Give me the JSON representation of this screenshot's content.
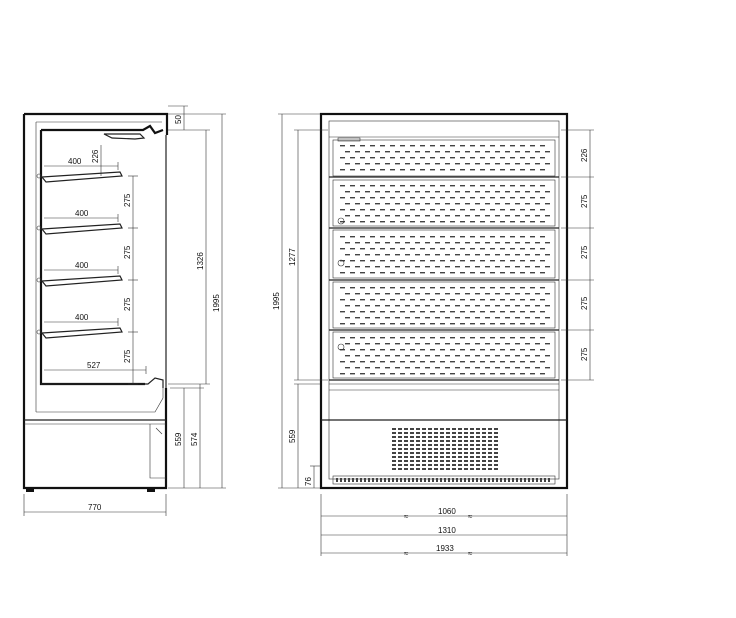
{
  "side_view": {
    "shelf_depths": [
      "400",
      "400",
      "400",
      "400"
    ],
    "bottom_depth": "527",
    "top_offset": "50",
    "top_shelf_gap": "226",
    "shelf_gaps": [
      "275",
      "275",
      "275",
      "275"
    ],
    "inner_height": "1326",
    "total_height": "1995",
    "base_height": "559",
    "base_height_outer": "574",
    "depth": "770"
  },
  "front_view": {
    "total_height": "1995",
    "display_height": "1277",
    "base_height": "559",
    "foot_height": "76",
    "top_shelf_gap": "226",
    "shelf_gaps": [
      "275",
      "275",
      "275",
      "275"
    ],
    "width_inner": "1060",
    "width_mid": "1310",
    "width_outer": "1933"
  },
  "colors": {
    "line": "#111111",
    "background": "#ffffff"
  }
}
